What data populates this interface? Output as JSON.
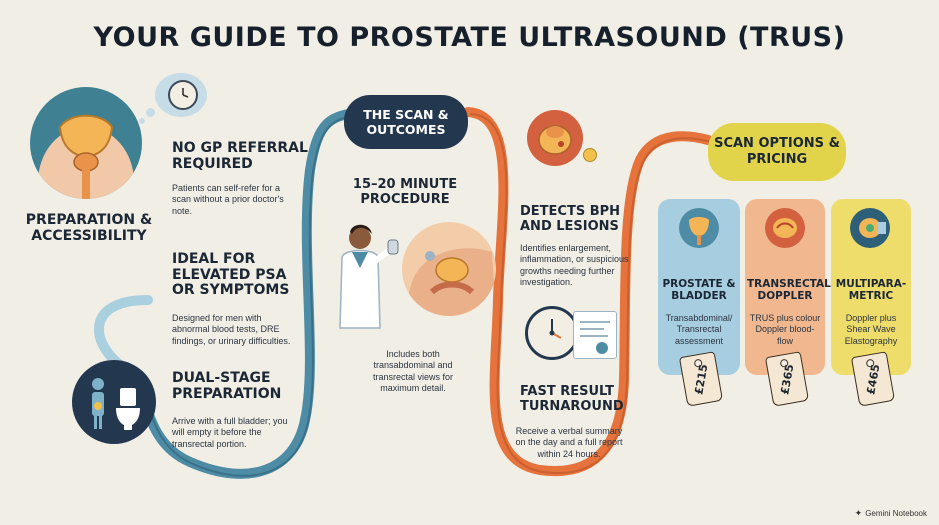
{
  "title": "YOUR GUIDE TO PROSTATE ULTRASOUND (TRUS)",
  "left_section": {
    "label": "PREPARATION & ACCESSIBILITY",
    "items": [
      {
        "heading": "NO GP REFERRAL REQUIRED",
        "body": "Patients can self-refer for a scan without a prior doctor's note."
      },
      {
        "heading": "IDEAL FOR ELEVATED PSA OR SYMPTOMS",
        "body": "Designed for men with abnormal blood tests, DRE findings, or urinary difficulties."
      },
      {
        "heading": "DUAL-STAGE PREPARATION",
        "body": "Arrive with a full bladder; you will empty it before the transrectal portion."
      }
    ]
  },
  "middle_section": {
    "label": "THE SCAN & OUTCOMES",
    "procedure": {
      "heading": "15–20 MINUTE PROCEDURE",
      "body": "Includes both transabdominal and transrectal views for maximum detail."
    },
    "detects": {
      "heading": "DETECTS BPH AND LESIONS",
      "body": "Identifies enlargement, inflammation, or suspicious growths needing further investigation."
    },
    "results": {
      "heading": "FAST RESULT TURNAROUND",
      "body": "Receive a verbal summary on the day and a full report within 24 hours."
    }
  },
  "right_section": {
    "label": "SCAN OPTIONS & PRICING",
    "options": [
      {
        "title": "PROSTATE & BLADDER",
        "body": "Transabdominal/ Transrectal assessment",
        "price": "£215",
        "color": "#a7cde0"
      },
      {
        "title": "TRANSRECTAL DOPPLER",
        "body": "TRUS plus colour Doppler blood-flow",
        "price": "£365",
        "color": "#f1b88f"
      },
      {
        "title": "MULTIPARA-METRIC",
        "body": "Doppler plus Shear Wave Elastography",
        "price": "£465",
        "color": "#eedd6a"
      }
    ]
  },
  "footer": {
    "label": "Gemini Notebook"
  },
  "colors": {
    "teal": "#4d8ca4",
    "navy": "#23384f",
    "orange": "#e5733b",
    "yellow": "#e7d84e",
    "background": "#f1eee5"
  }
}
